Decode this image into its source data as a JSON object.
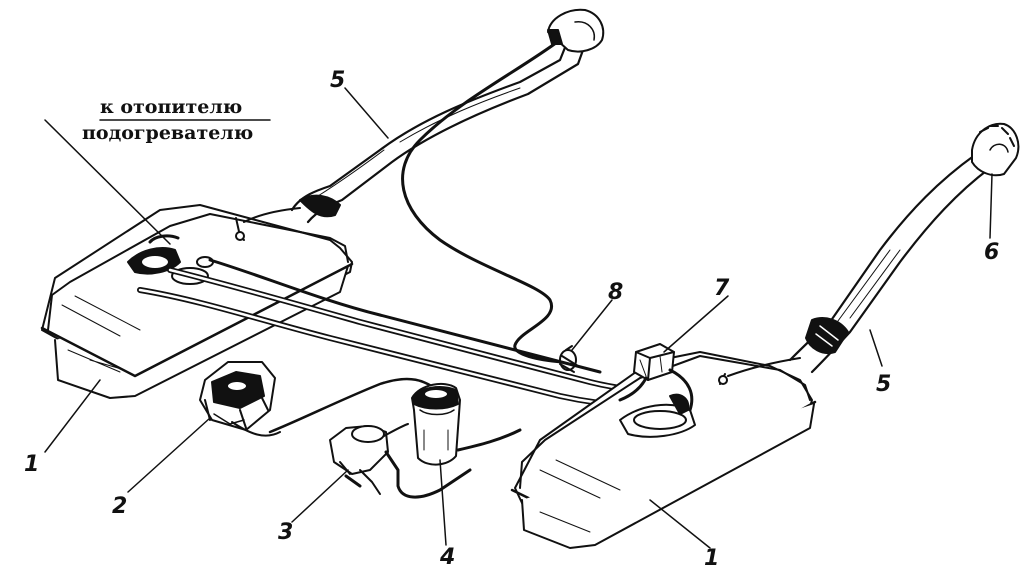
{
  "diagram": {
    "caption_line1": "к отопителю",
    "caption_line2": "подогревателю",
    "callouts": {
      "tank_left": "1",
      "tank_right": "1",
      "carburetor": "2",
      "fuel_pump": "3",
      "fuel_filter": "4",
      "filler_hose_left": "5",
      "filler_hose_right": "5",
      "filler_cap": "6",
      "switch_valve": "7",
      "connector": "8"
    },
    "colors": {
      "line": "#111111",
      "paper": "#ffffff",
      "shade": "#bfbfbf"
    }
  }
}
